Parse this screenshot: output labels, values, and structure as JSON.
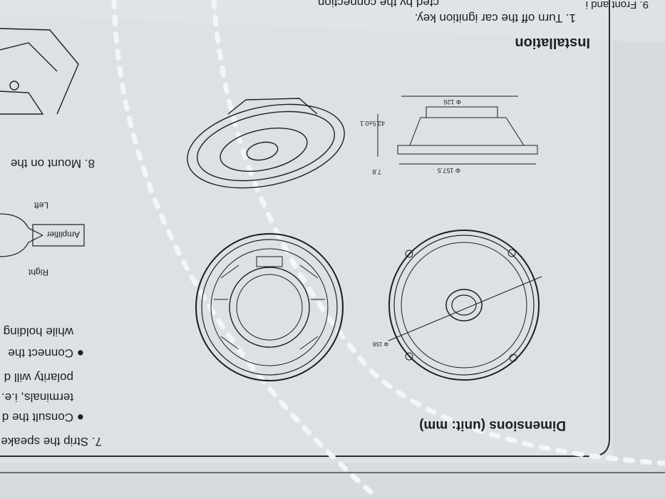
{
  "manual": {
    "dimensions_title": "Dimensions  (unit: mm)",
    "installation_title": "Installation",
    "step1": "1. Turn off the car ignition key.",
    "top_partial": "…cted by the connection",
    "top_right_partial": "9. Front and i",
    "step7": "7. Strip the speake",
    "bullet1_line1": "● Consult the d",
    "bullet1_line2": "terminals, i.e.",
    "bullet1_line3": "polarity will d",
    "bullet2_line1": "● Connect the",
    "bullet2_line2": "while holding",
    "step8": "8. Mount on the",
    "amplifier": "Amplifier",
    "left": "Left",
    "right": "Right"
  },
  "dimensions": {
    "diameter_126": "Φ 126",
    "height": "42.5±0.1",
    "flange": "7.8",
    "diameter_157": "Φ 157.5",
    "cutout": "Φ 158"
  },
  "colors": {
    "paper": "#d9dde2",
    "ink": "#1c1f24",
    "border": "#2b2f36"
  }
}
